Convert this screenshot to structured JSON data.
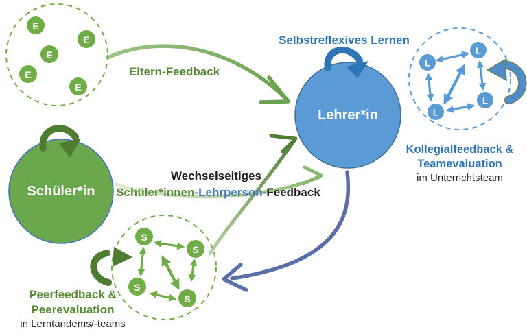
{
  "labels": {
    "eltern_feedback": "Eltern-Feedback",
    "selbstreflexives_lernen": "Selbstreflexives Lernen",
    "lehrer": "Lehrer*in",
    "schueler": "Schüler*in",
    "wechselseitiges_line1": "Wechselseitiges",
    "wechselseitiges_schueler": "Schüler*innen",
    "wechselseitiges_lehrperson": "-Lehrperson-",
    "wechselseitiges_feedback": "Feedback",
    "kollegial_line1": "Kollegialfeedback &",
    "kollegial_line2": "Teamevaluation",
    "kollegial_line3": "im Unterrichtsteam",
    "peer_line1": "Peerfeedback &",
    "peer_line2": "Peerevaluation",
    "peer_line3": "in Lerntandems/-teams"
  },
  "letters": {
    "eltern": "E",
    "lehrer_team": "L",
    "peers": "S"
  },
  "colors": {
    "green_node_fill": "#70AD47",
    "schueler_circle_fill": "#6BA84D",
    "schueler_circle_stroke": "#4472C4",
    "lehrer_circle_fill": "#5B9BD5",
    "lehrer_circle_stroke": "#41719C",
    "dark_green_arrow": "#4E7D32",
    "green_text": "#568B36",
    "blue_text": "#2E75B6",
    "lehrperson_blue": "#4472C4",
    "blue_loop": "#2E75B6",
    "team_loop_blue": "#4F8CCB",
    "slate_blue_arrow": "#5A6FA8",
    "black_text": "#1F1F1F"
  }
}
